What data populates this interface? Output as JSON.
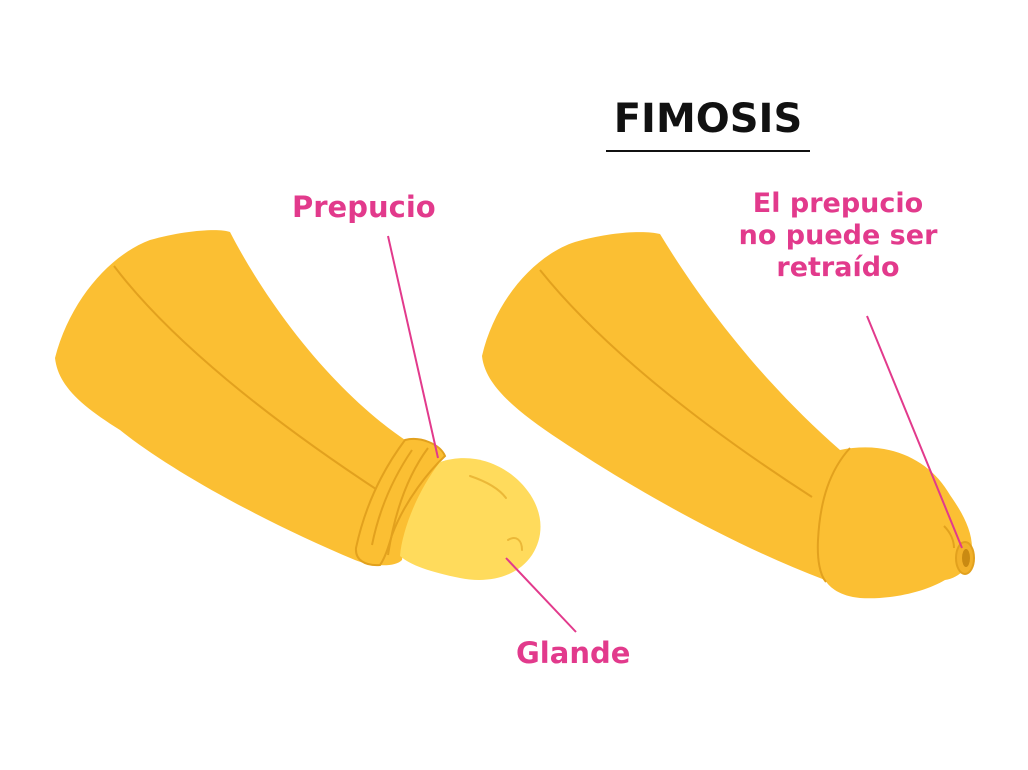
{
  "title": "FIMOSIS",
  "labels": {
    "foreskin": "Prepucio",
    "glans": "Glande",
    "phimosis_note": "El prepucio no puede ser retraído"
  },
  "colors": {
    "shaft": "#FBBF33",
    "shaft_line": "#E2A11E",
    "glans": "#FFDB5C",
    "glans_line": "#EBB838",
    "callout": "#E23A8C",
    "title": "#111111"
  }
}
